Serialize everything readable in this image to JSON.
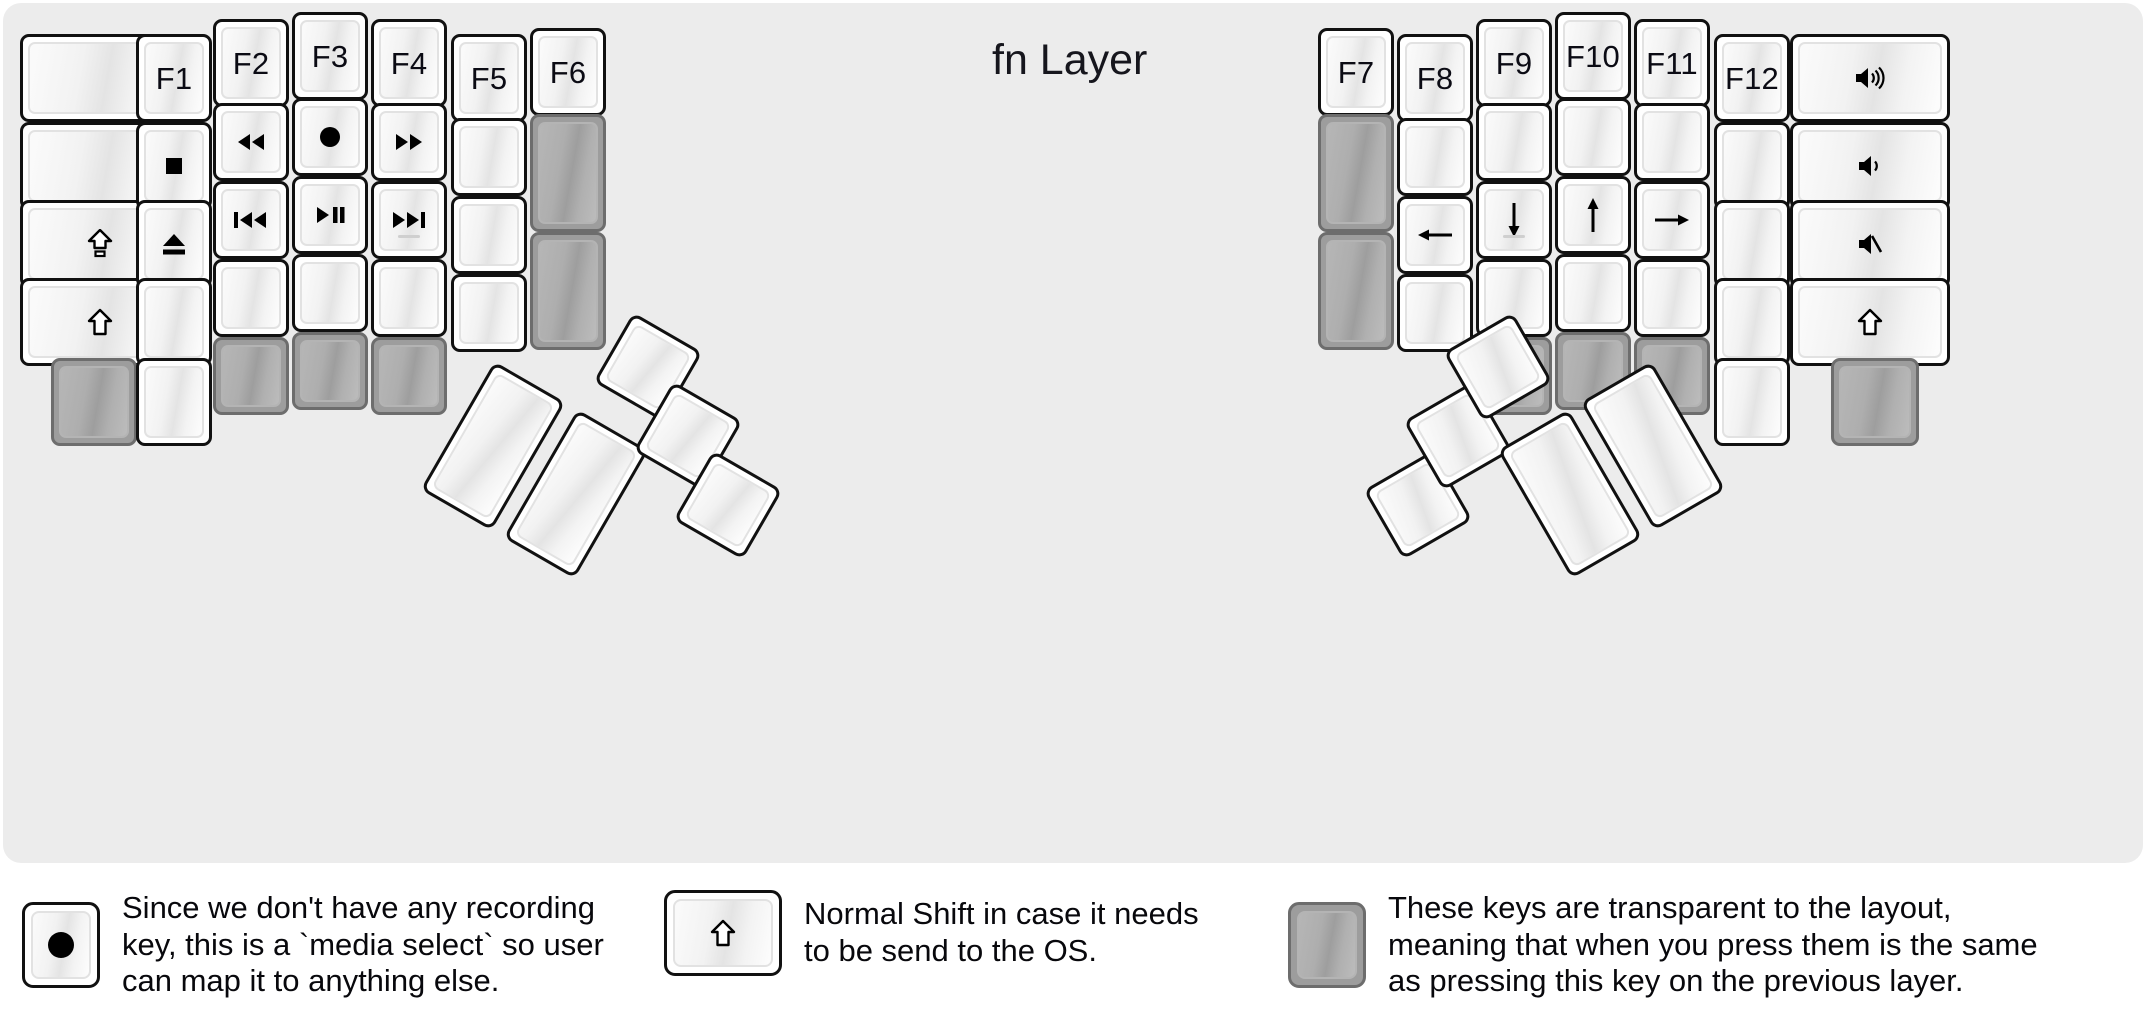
{
  "title": "fn Layer",
  "colors": {
    "panel_bg": "#ececec",
    "key_face": "#ffffff",
    "key_border": "#111111",
    "transparent_key": "#9d9d9d",
    "text": "#0b0b14"
  },
  "keyboard": {
    "left_half": {
      "columns": [
        {
          "name": "col-outer-left",
          "keys": [
            {
              "label": "",
              "icon": "blank",
              "state": "normal"
            },
            {
              "label": "",
              "icon": "blank",
              "state": "normal"
            },
            {
              "label": "",
              "icon": "caps-lock-icon",
              "state": "normal"
            },
            {
              "label": "",
              "icon": "shift-icon",
              "state": "normal"
            },
            {
              "label": "",
              "icon": "blank",
              "state": "transparent"
            }
          ]
        },
        {
          "name": "col-f1",
          "keys": [
            {
              "label": "F1",
              "icon": "text",
              "state": "normal"
            },
            {
              "label": "",
              "icon": "media-stop-icon",
              "state": "normal"
            },
            {
              "label": "",
              "icon": "media-eject-icon",
              "state": "normal"
            },
            {
              "label": "",
              "icon": "blank",
              "state": "normal"
            },
            {
              "label": "",
              "icon": "blank",
              "state": "normal"
            }
          ]
        },
        {
          "name": "col-f2",
          "keys": [
            {
              "label": "F2",
              "icon": "text",
              "state": "normal"
            },
            {
              "label": "",
              "icon": "media-rewind-icon",
              "state": "normal"
            },
            {
              "label": "",
              "icon": "media-prev-track-icon",
              "state": "normal"
            },
            {
              "label": "",
              "icon": "blank",
              "state": "normal"
            },
            {
              "label": "",
              "icon": "blank",
              "state": "transparent"
            }
          ]
        },
        {
          "name": "col-f3",
          "keys": [
            {
              "label": "F3",
              "icon": "text",
              "state": "normal"
            },
            {
              "label": "",
              "icon": "media-record-icon",
              "state": "normal"
            },
            {
              "label": "",
              "icon": "media-play-pause-icon",
              "state": "normal"
            },
            {
              "label": "",
              "icon": "blank",
              "state": "normal"
            },
            {
              "label": "",
              "icon": "blank",
              "state": "transparent"
            }
          ]
        },
        {
          "name": "col-f4",
          "keys": [
            {
              "label": "F4",
              "icon": "text",
              "state": "normal"
            },
            {
              "label": "",
              "icon": "media-fast-forward-icon",
              "state": "normal"
            },
            {
              "label": "",
              "icon": "media-next-track-icon",
              "state": "normal",
              "homing_bump": true
            },
            {
              "label": "",
              "icon": "blank",
              "state": "normal"
            },
            {
              "label": "",
              "icon": "blank",
              "state": "transparent"
            }
          ]
        },
        {
          "name": "col-f5",
          "keys": [
            {
              "label": "F5",
              "icon": "text",
              "state": "normal"
            },
            {
              "label": "",
              "icon": "blank",
              "state": "normal"
            },
            {
              "label": "",
              "icon": "blank",
              "state": "normal"
            },
            {
              "label": "",
              "icon": "blank",
              "state": "normal"
            }
          ]
        },
        {
          "name": "col-f6",
          "keys": [
            {
              "label": "F6",
              "icon": "text",
              "state": "normal"
            },
            {
              "label": "",
              "icon": "blank",
              "state": "transparent",
              "tall": true
            },
            {
              "label": "",
              "icon": "blank",
              "state": "transparent",
              "tall": true
            }
          ]
        }
      ],
      "thumb_cluster": [
        {
          "name": "thumb-left-2u-outer",
          "icon": "blank",
          "state": "normal",
          "size": "2u"
        },
        {
          "name": "thumb-left-2u-inner",
          "icon": "blank",
          "state": "normal",
          "size": "2u"
        },
        {
          "name": "thumb-left-1u-top",
          "icon": "blank",
          "state": "normal",
          "size": "1u"
        },
        {
          "name": "thumb-left-1u-mid",
          "icon": "blank",
          "state": "normal",
          "size": "1u"
        },
        {
          "name": "thumb-left-1u-bottom",
          "icon": "blank",
          "state": "normal",
          "size": "1u"
        }
      ]
    },
    "right_half": {
      "columns": [
        {
          "name": "col-f7",
          "keys": [
            {
              "label": "F7",
              "icon": "text",
              "state": "normal"
            },
            {
              "label": "",
              "icon": "blank",
              "state": "transparent",
              "tall": true
            },
            {
              "label": "",
              "icon": "blank",
              "state": "transparent",
              "tall": true
            }
          ]
        },
        {
          "name": "col-f8",
          "keys": [
            {
              "label": "F8",
              "icon": "text",
              "state": "normal"
            },
            {
              "label": "",
              "icon": "blank",
              "state": "normal"
            },
            {
              "label": "",
              "icon": "arrow-left-icon",
              "state": "normal"
            },
            {
              "label": "",
              "icon": "blank",
              "state": "normal"
            }
          ]
        },
        {
          "name": "col-f9",
          "keys": [
            {
              "label": "F9",
              "icon": "text",
              "state": "normal"
            },
            {
              "label": "",
              "icon": "blank",
              "state": "normal"
            },
            {
              "label": "",
              "icon": "arrow-down-icon",
              "state": "normal",
              "homing_bump": true
            },
            {
              "label": "",
              "icon": "blank",
              "state": "normal"
            },
            {
              "label": "",
              "icon": "blank",
              "state": "transparent"
            }
          ]
        },
        {
          "name": "col-f10",
          "keys": [
            {
              "label": "F10",
              "icon": "text",
              "state": "normal"
            },
            {
              "label": "",
              "icon": "blank",
              "state": "normal"
            },
            {
              "label": "",
              "icon": "arrow-up-icon",
              "state": "normal"
            },
            {
              "label": "",
              "icon": "blank",
              "state": "normal"
            },
            {
              "label": "",
              "icon": "blank",
              "state": "transparent"
            }
          ]
        },
        {
          "name": "col-f11",
          "keys": [
            {
              "label": "F11",
              "icon": "text",
              "state": "normal"
            },
            {
              "label": "",
              "icon": "blank",
              "state": "normal"
            },
            {
              "label": "",
              "icon": "arrow-right-icon",
              "state": "normal"
            },
            {
              "label": "",
              "icon": "blank",
              "state": "normal"
            },
            {
              "label": "",
              "icon": "blank",
              "state": "transparent"
            }
          ]
        },
        {
          "name": "col-f12",
          "keys": [
            {
              "label": "F12",
              "icon": "text",
              "state": "normal"
            },
            {
              "label": "",
              "icon": "blank",
              "state": "normal"
            },
            {
              "label": "",
              "icon": "blank",
              "state": "normal"
            },
            {
              "label": "",
              "icon": "blank",
              "state": "normal"
            },
            {
              "label": "",
              "icon": "blank",
              "state": "normal"
            }
          ]
        },
        {
          "name": "col-outer-right",
          "keys": [
            {
              "label": "",
              "icon": "volume-up-icon",
              "state": "normal"
            },
            {
              "label": "",
              "icon": "volume-down-icon",
              "state": "normal"
            },
            {
              "label": "",
              "icon": "volume-mute-icon",
              "state": "normal"
            },
            {
              "label": "",
              "icon": "shift-icon",
              "state": "normal"
            },
            {
              "label": "",
              "icon": "blank",
              "state": "transparent"
            }
          ]
        }
      ],
      "thumb_cluster": [
        {
          "name": "thumb-right-1u-top",
          "icon": "blank",
          "state": "normal",
          "size": "1u"
        },
        {
          "name": "thumb-right-1u-mid",
          "icon": "blank",
          "state": "normal",
          "size": "1u"
        },
        {
          "name": "thumb-right-1u-bottom",
          "icon": "blank",
          "state": "normal",
          "size": "1u"
        },
        {
          "name": "thumb-right-1u-upper",
          "icon": "blank",
          "state": "normal",
          "size": "1u"
        },
        {
          "name": "thumb-right-2u-inner",
          "icon": "blank",
          "state": "normal",
          "size": "2u"
        },
        {
          "name": "thumb-right-2u-outer",
          "icon": "blank",
          "state": "normal",
          "size": "2u"
        }
      ]
    }
  },
  "legend": [
    {
      "key_icon": "media-record-icon",
      "key_state": "normal",
      "text": "Since we don't have any recording\nkey, this is a `media select` so user\ncan map it to anything else."
    },
    {
      "key_icon": "shift-icon",
      "key_state": "normal",
      "text": "Normal Shift in case it needs\nto be send to the OS."
    },
    {
      "key_icon": "blank",
      "key_state": "transparent",
      "text": "These keys are transparent to the layout,\nmeaning that when you press them is the same\nas pressing this key on the previous layer."
    }
  ]
}
